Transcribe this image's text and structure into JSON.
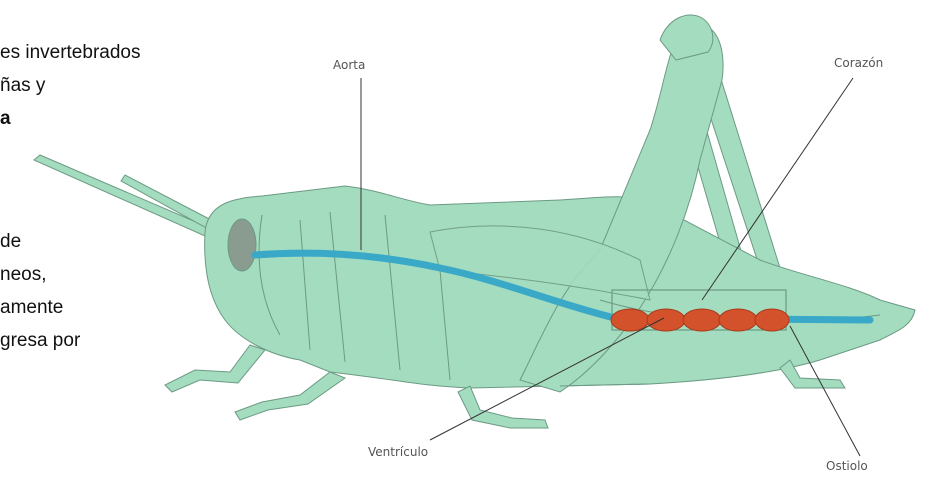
{
  "colors": {
    "body": "#a4dcbf",
    "outline": "#6c9a84",
    "aorta": "#3aa9c8",
    "heart": "#d4522b",
    "eye": "#8a9c90"
  },
  "left_text": {
    "line1": "es invertebrados",
    "line2": "ñas y",
    "line3": "a",
    "line4": "de",
    "line5": "neos,",
    "line6": "amente",
    "line7": "gresa   por"
  },
  "labels": {
    "aorta": "Aorta",
    "heart": "Corazón",
    "ventricle": "Ventrículo",
    "ostiole": "Ostiolo"
  }
}
